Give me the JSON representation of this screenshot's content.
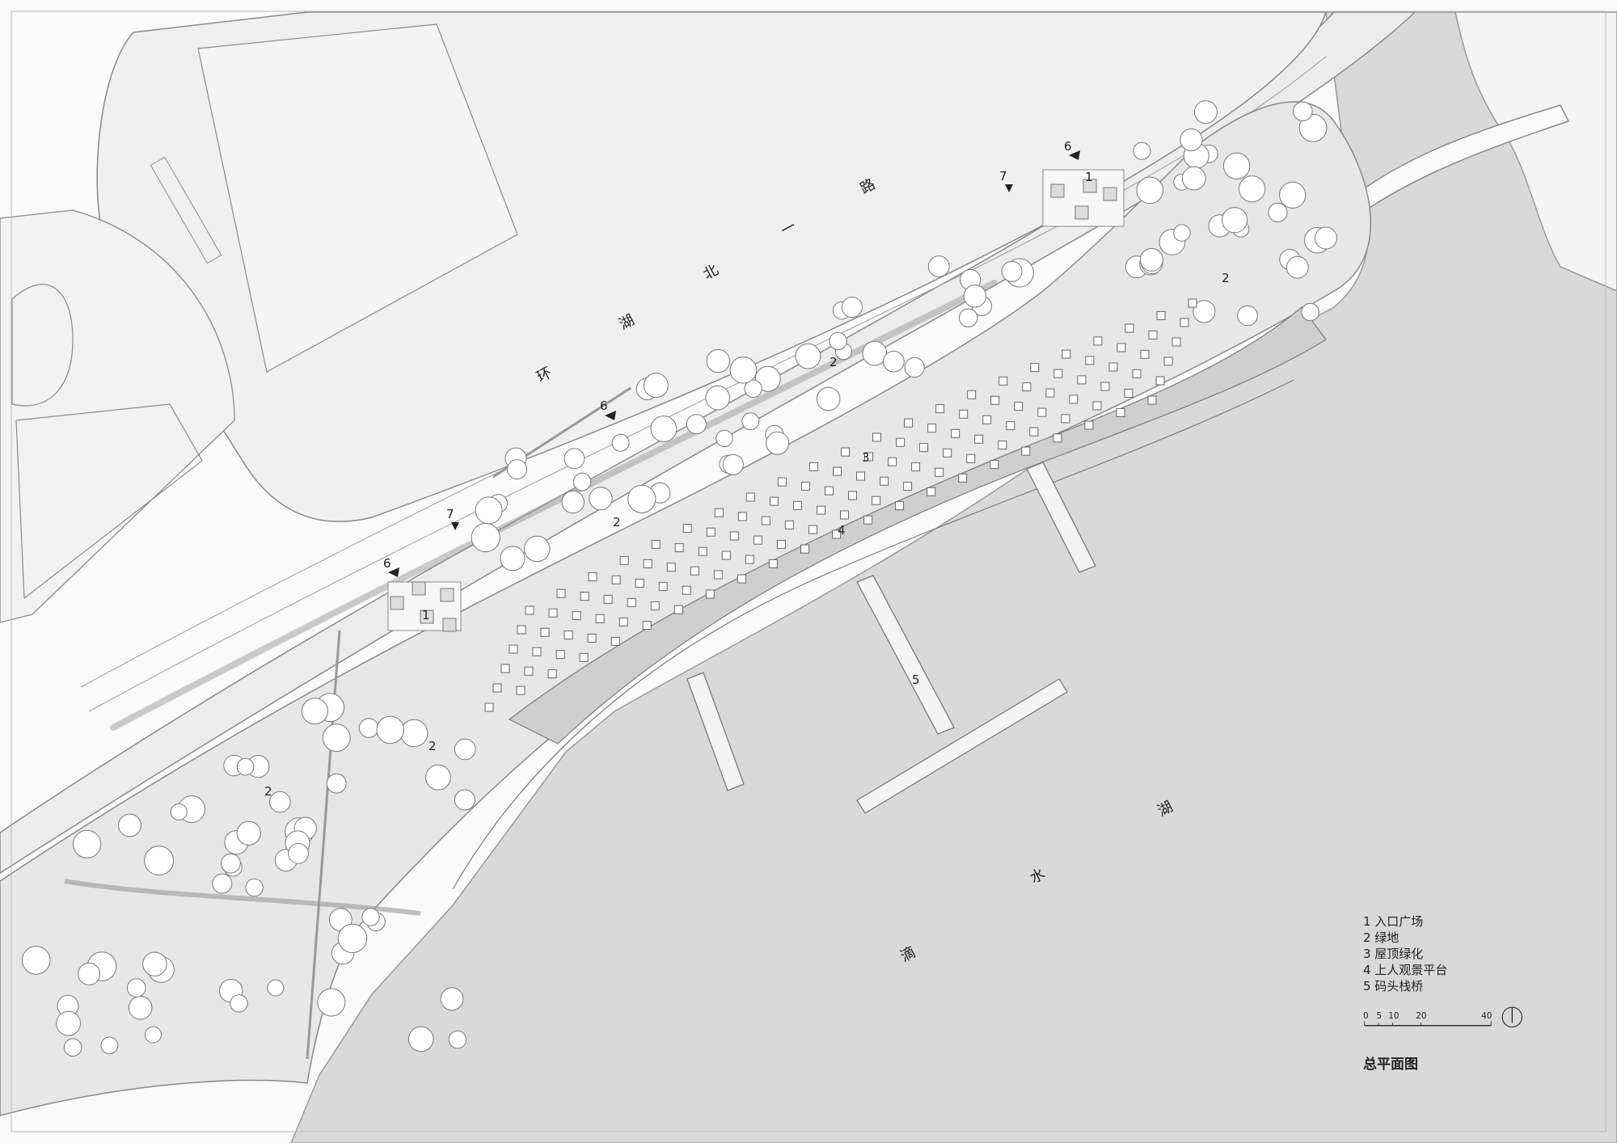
{
  "road_name_chars": [
    "环",
    "湖",
    "北",
    "一",
    "路"
  ],
  "lake_name_chars": [
    "滴",
    "水",
    "湖"
  ],
  "zone_labels": [
    {
      "text": "1"
    },
    {
      "text": "1"
    },
    {
      "text": "2"
    },
    {
      "text": "2"
    },
    {
      "text": "2"
    },
    {
      "text": "2"
    },
    {
      "text": "2"
    },
    {
      "text": "3"
    },
    {
      "text": "4"
    },
    {
      "text": "5"
    },
    {
      "text": "6"
    },
    {
      "text": "6"
    },
    {
      "text": "6"
    },
    {
      "text": "7"
    },
    {
      "text": "7"
    }
  ],
  "legend": [
    "1 入口广场",
    "2 绿地",
    "3 屋顶绿化",
    "4 上人观景平台",
    "5 码头栈桥"
  ],
  "scale": {
    "ticks": [
      "0",
      "5",
      "10",
      "20",
      "40"
    ]
  },
  "title": "总平面图",
  "colors": {
    "water": "#d9d9d9",
    "land": "#f2f2f2",
    "green": "#e6e6e6",
    "line": "#8a8a8a",
    "tree": "#ffffff"
  },
  "north_arrow": "north-arrow-icon"
}
